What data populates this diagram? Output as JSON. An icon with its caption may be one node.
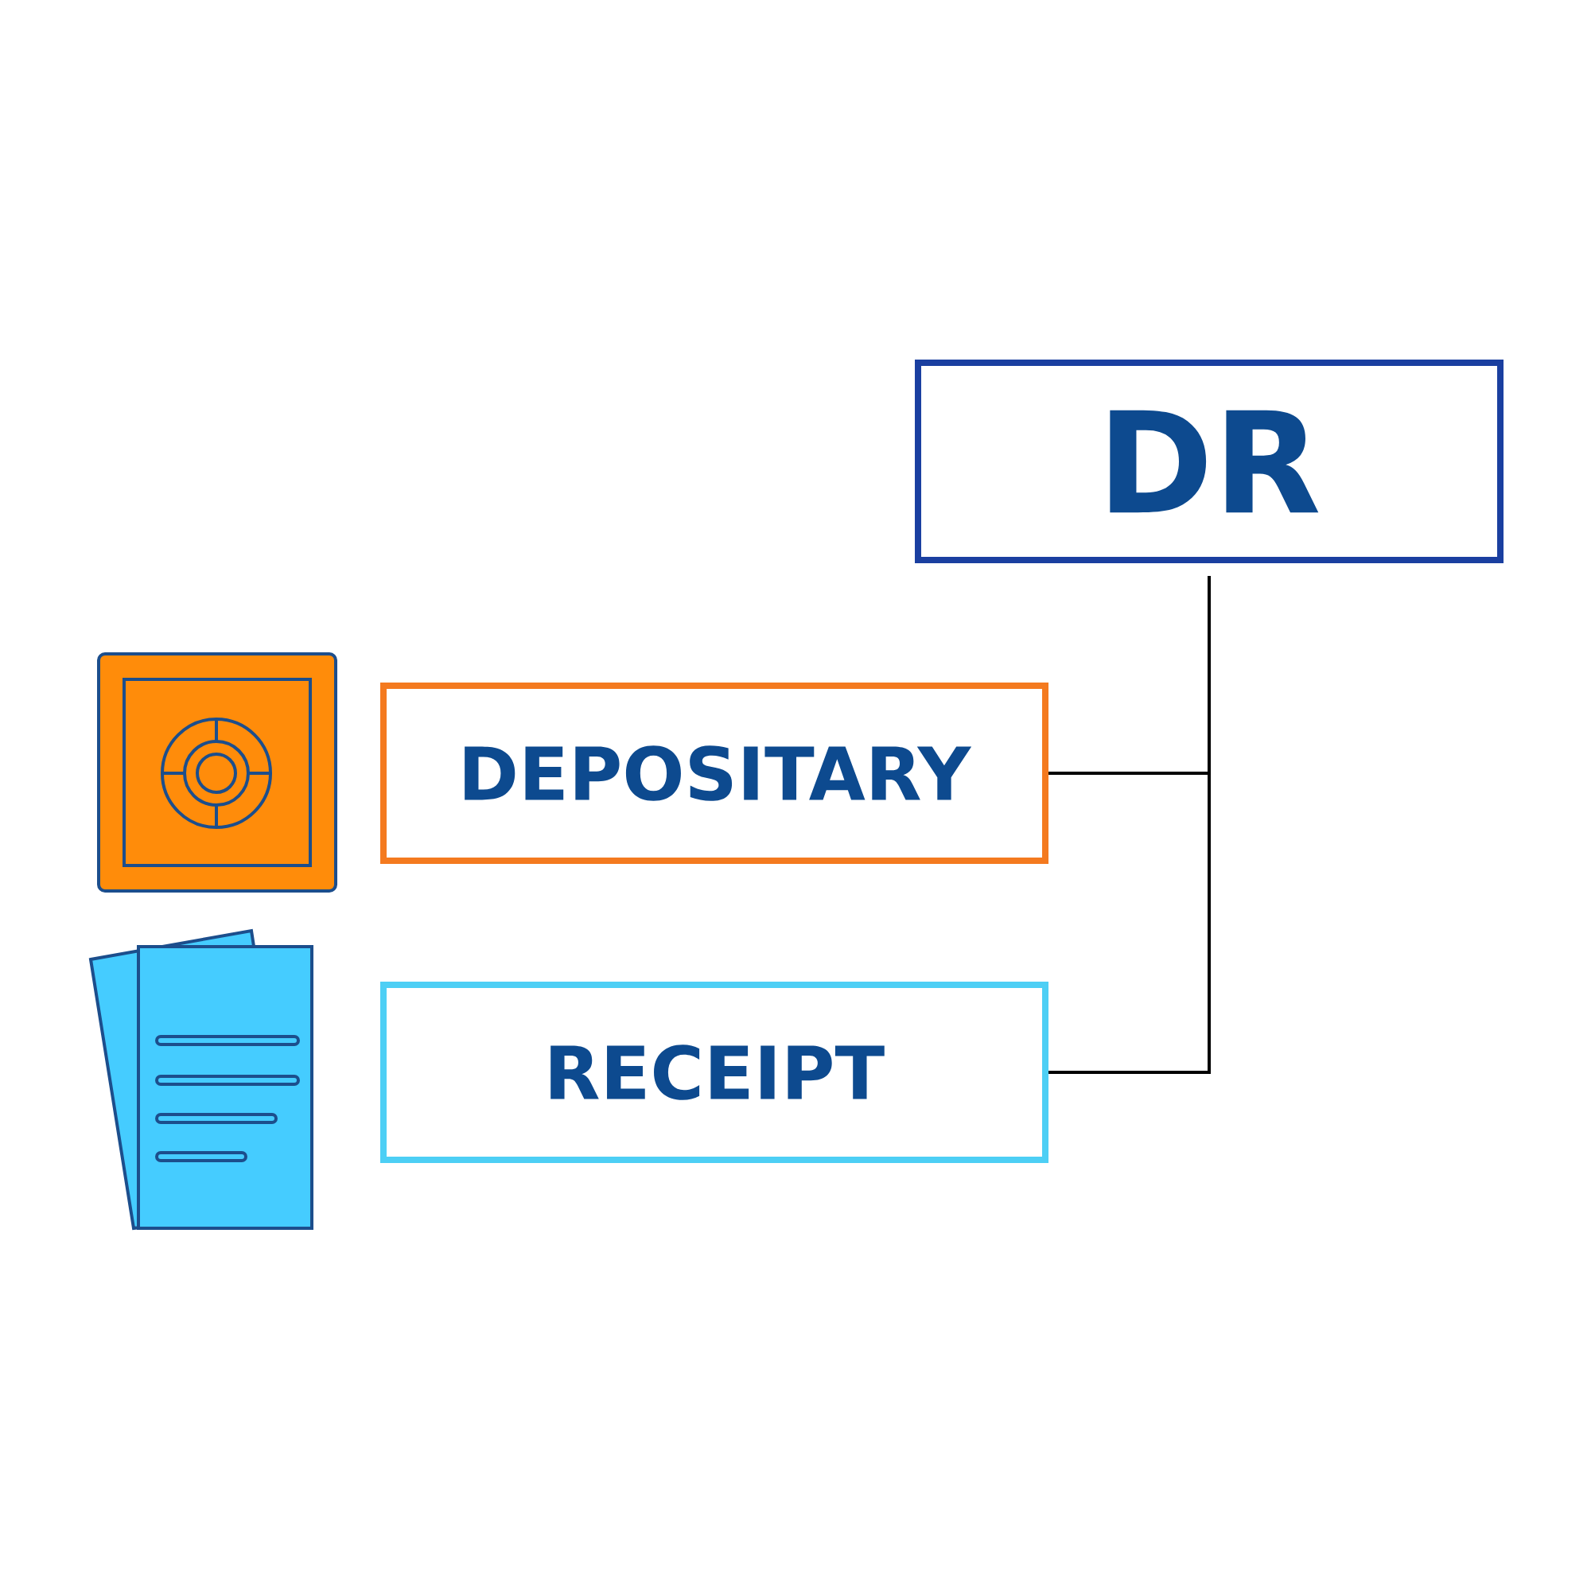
{
  "diagram": {
    "nodes": [
      {
        "text": [
          "DR"
        ]
      },
      {
        "text": [
          "DEPOSITARY"
        ]
      },
      {
        "text": [
          "RECEIPT"
        ]
      }
    ],
    "edges": [
      {
        "from": 0,
        "to": 1,
        "arrow": "none"
      },
      {
        "from": 0,
        "to": 2,
        "arrow": "none"
      }
    ]
  }
}
